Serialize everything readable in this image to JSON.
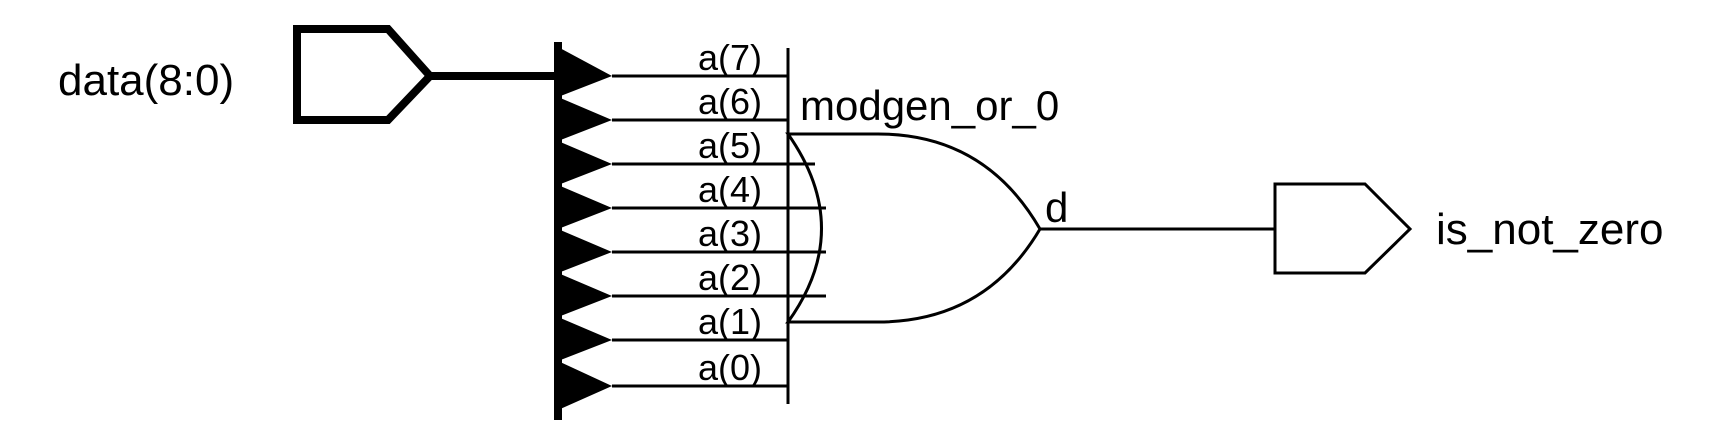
{
  "input_port": {
    "label": "data(8:0)",
    "direction": "input",
    "width": "bus"
  },
  "output_port": {
    "label": "is_not_zero",
    "direction": "output"
  },
  "gate": {
    "instance": "modgen_or_0",
    "type": "OR",
    "output_pin": "d",
    "input_pins": [
      "a(7)",
      "a(6)",
      "a(5)",
      "a(4)",
      "a(3)",
      "a(2)",
      "a(1)",
      "a(0)"
    ]
  }
}
